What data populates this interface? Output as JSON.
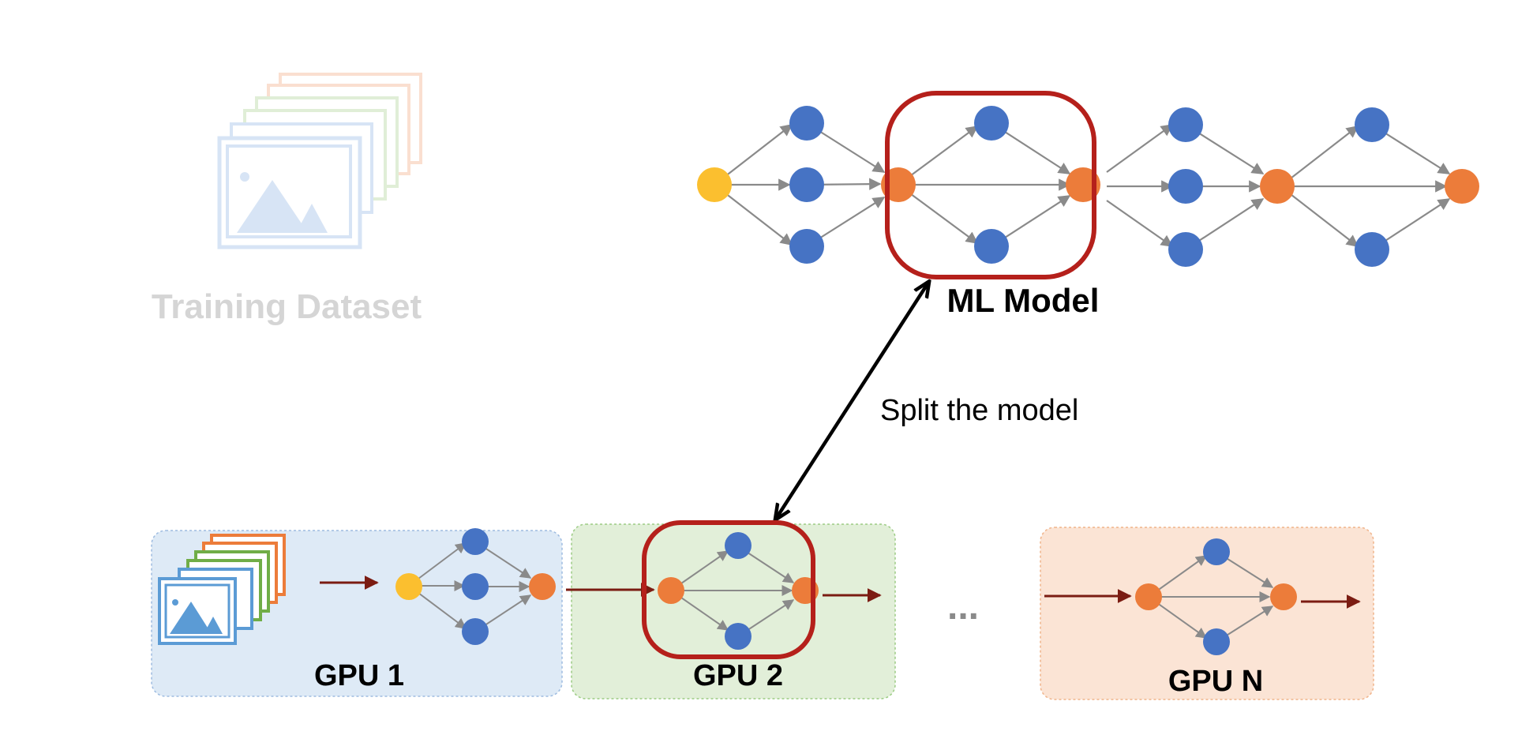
{
  "dataset": {
    "label": "Training Dataset"
  },
  "model": {
    "label": "ML Model"
  },
  "split": {
    "label": "Split the model"
  },
  "gpus": [
    {
      "label": "GPU 1"
    },
    {
      "label": "GPU 2"
    },
    {
      "label": "GPU N"
    }
  ],
  "ellipsis": "...",
  "colors": {
    "input_node": "#fbbf2f",
    "hidden_node": "#4673c4",
    "layer_node": "#ec7c3a",
    "edge": "#8a8a8a",
    "highlight": "#b5201b",
    "flow_arrow": "#7b1c12",
    "gpu1_bg": "#deeaf6",
    "gpu2_bg": "#e2efd9",
    "gpuN_bg": "#fbe4d5"
  }
}
